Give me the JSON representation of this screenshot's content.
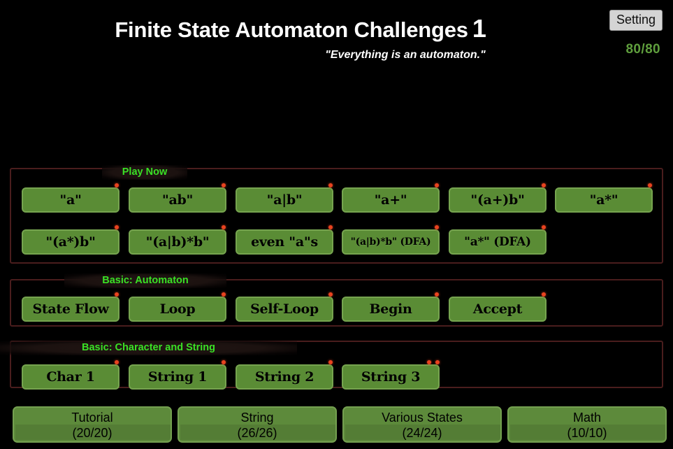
{
  "header": {
    "title": "Finite State Automaton Challenges",
    "level": "1",
    "subtitle": "\"Everything is an automaton.\"",
    "setting_label": "Setting",
    "score": "80/80",
    "score_color": "#5f9e3d"
  },
  "theme": {
    "background": "#000000",
    "button_green": "#5a8c35",
    "button_border_green": "#76a44f",
    "section_border": "#4a1d1d",
    "label_green": "#3ae025",
    "badge_red": "#e8431f"
  },
  "sections": [
    {
      "id": "play",
      "label": "Play Now",
      "buttons": [
        {
          "label": "\"a\"",
          "badges": 1,
          "size": "normal"
        },
        {
          "label": "\"ab\"",
          "badges": 1,
          "size": "normal"
        },
        {
          "label": "\"a|b\"",
          "badges": 1,
          "size": "normal"
        },
        {
          "label": "\"a+\"",
          "badges": 1,
          "size": "normal"
        },
        {
          "label": "\"(a+)b\"",
          "badges": 1,
          "size": "normal"
        },
        {
          "label": "\"a*\"",
          "badges": 1,
          "size": "normal"
        },
        {
          "label": "\"(a*)b\"",
          "badges": 1,
          "size": "normal"
        },
        {
          "label": "\"(a|b)*b\"",
          "badges": 1,
          "size": "normal"
        },
        {
          "label": "even \"a\"s",
          "badges": 1,
          "size": "normal"
        },
        {
          "label": "\"(a|b)*b\" (DFA)",
          "badges": 1,
          "size": "small"
        },
        {
          "label": "\"a*\" (DFA)",
          "badges": 1,
          "size": "medium"
        }
      ]
    },
    {
      "id": "automaton",
      "label": "Basic: Automaton",
      "buttons": [
        {
          "label": "State Flow",
          "badges": 1,
          "size": "normal"
        },
        {
          "label": "Loop",
          "badges": 1,
          "size": "normal"
        },
        {
          "label": "Self-Loop",
          "badges": 1,
          "size": "normal"
        },
        {
          "label": "Begin",
          "badges": 1,
          "size": "normal"
        },
        {
          "label": "Accept",
          "badges": 1,
          "size": "normal"
        }
      ]
    },
    {
      "id": "charstr",
      "label": "Basic: Character and String",
      "buttons": [
        {
          "label": "Char 1",
          "badges": 1,
          "size": "normal"
        },
        {
          "label": "String 1",
          "badges": 1,
          "size": "normal"
        },
        {
          "label": "String 2",
          "badges": 1,
          "size": "normal"
        },
        {
          "label": "String 3",
          "badges": 2,
          "size": "normal"
        }
      ]
    }
  ],
  "bottom_nav": [
    {
      "name": "Tutorial",
      "progress": "(20/20)"
    },
    {
      "name": "String",
      "progress": "(26/26)"
    },
    {
      "name": "Various States",
      "progress": "(24/24)"
    },
    {
      "name": "Math",
      "progress": "(10/10)"
    }
  ]
}
